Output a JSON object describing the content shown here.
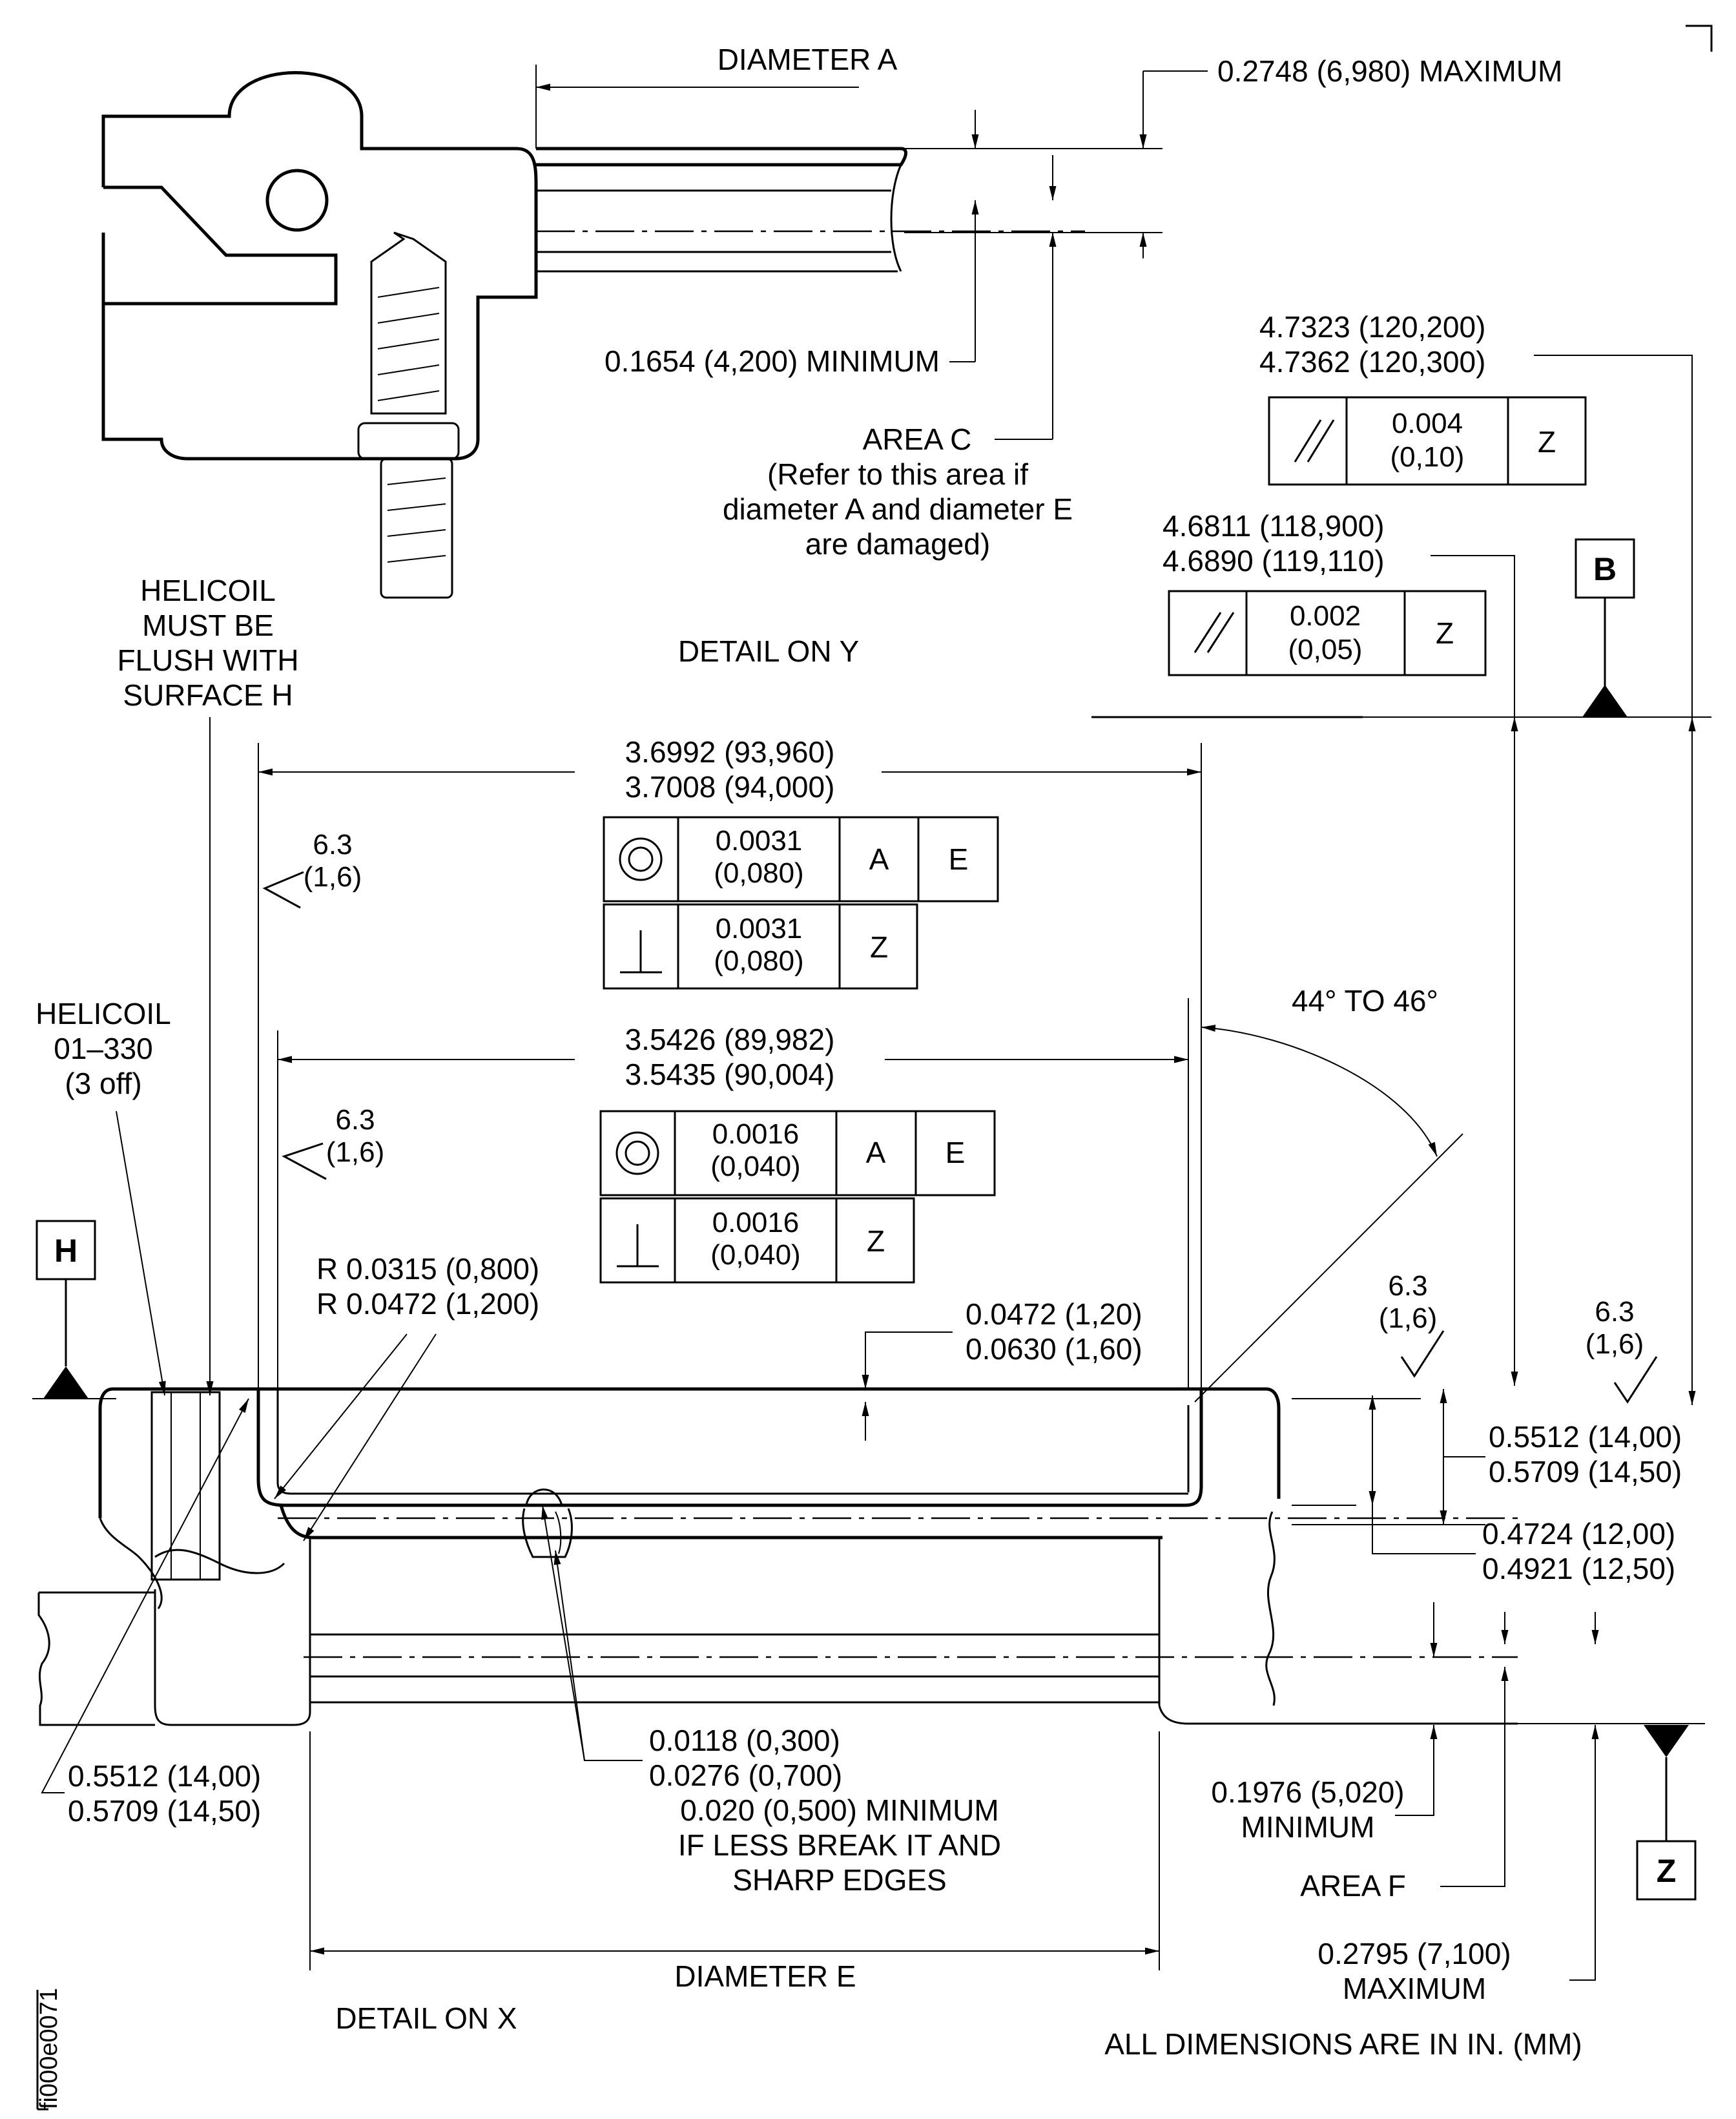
{
  "figure_id": "fi000e0071",
  "labels": {
    "diameter_a": "DIAMETER A",
    "max_a": "0.2748 (6,980) MAXIMUM",
    "min_c": "0.1654 (4,200) MINIMUM",
    "area_c_1": "AREA C",
    "area_c_2": "(Refer to this area if",
    "area_c_3": "diameter A and diameter E",
    "area_c_4": "are damaged)",
    "detail_y": "DETAIL ON Y",
    "helicoil_flush_1": "HELICOIL",
    "helicoil_flush_2": "MUST BE",
    "helicoil_flush_3": "FLUSH WITH",
    "helicoil_flush_4": "SURFACE H",
    "dim_b_1": "4.7323 (120,200)",
    "dim_b_2": "4.7362 (120,300)",
    "dim_c_1": "4.6811 (118,900)",
    "dim_c_2": "4.6890 (119,110)",
    "dim_d_1": "3.6992 (93,960)",
    "dim_d_2": "3.7008 (94,000)",
    "dim_e_1": "3.5426 (89,982)",
    "dim_e_2": "3.5435 (90,004)",
    "rough_val": "6.3",
    "rough_sub": "(1,6)",
    "angle": "44° TO 46°",
    "helicoil_1": "HELICOIL",
    "helicoil_2": "01–330",
    "helicoil_3": "(3 off)",
    "radius_1": "R 0.0315 (0,800)",
    "radius_2": "R 0.0472 (1,200)",
    "step_1": "0.0472 (1,20)",
    "step_2": "0.0630 (1,60)",
    "h1_1": "0.5512 (14,00)",
    "h1_2": "0.5709 (14,50)",
    "h2_1": "0.4724 (12,00)",
    "h2_2": "0.4921 (12,50)",
    "left_1": "0.5512 (14,00)",
    "left_2": "0.5709 (14,50)",
    "chamf_1": "0.0118 (0,300)",
    "chamf_2": "0.0276 (0,700)",
    "chamf_3": "0.020 (0,500) MINIMUM",
    "chamf_4": "IF LESS BREAK IT AND",
    "chamf_5": "SHARP EDGES",
    "min_f_1": "0.1976 (5,020)",
    "min_f_2": "MINIMUM",
    "area_f": "AREA F",
    "max_e_1": "0.2795 (7,100)",
    "max_e_2": "MAXIMUM",
    "diameter_e": "DIAMETER E",
    "detail_x": "DETAIL ON X",
    "units_note": "ALL DIMENSIONS ARE IN IN. (MM)"
  },
  "datums": {
    "b": "B",
    "h": "H",
    "z": "Z"
  },
  "fcf": {
    "par1": {
      "symbol": "parallelism-icon",
      "tol_1": "0.004",
      "tol_2": "(0,10)",
      "ref": "Z"
    },
    "par2": {
      "symbol": "parallelism-icon",
      "tol_1": "0.002",
      "tol_2": "(0,05)",
      "ref": "Z"
    },
    "conc1": {
      "symbol": "concentricity-icon",
      "tol_1": "0.0031",
      "tol_2": "(0,080)",
      "ref_1": "A",
      "ref_2": "E"
    },
    "perp1": {
      "symbol": "perpendicularity-icon",
      "tol_1": "0.0031",
      "tol_2": "(0,080)",
      "ref": "Z"
    },
    "conc2": {
      "symbol": "concentricity-icon",
      "tol_1": "0.0016",
      "tol_2": "(0,040)",
      "ref_1": "A",
      "ref_2": "E"
    },
    "perp2": {
      "symbol": "perpendicularity-icon",
      "tol_1": "0.0016",
      "tol_2": "(0,040)",
      "ref": "Z"
    }
  }
}
